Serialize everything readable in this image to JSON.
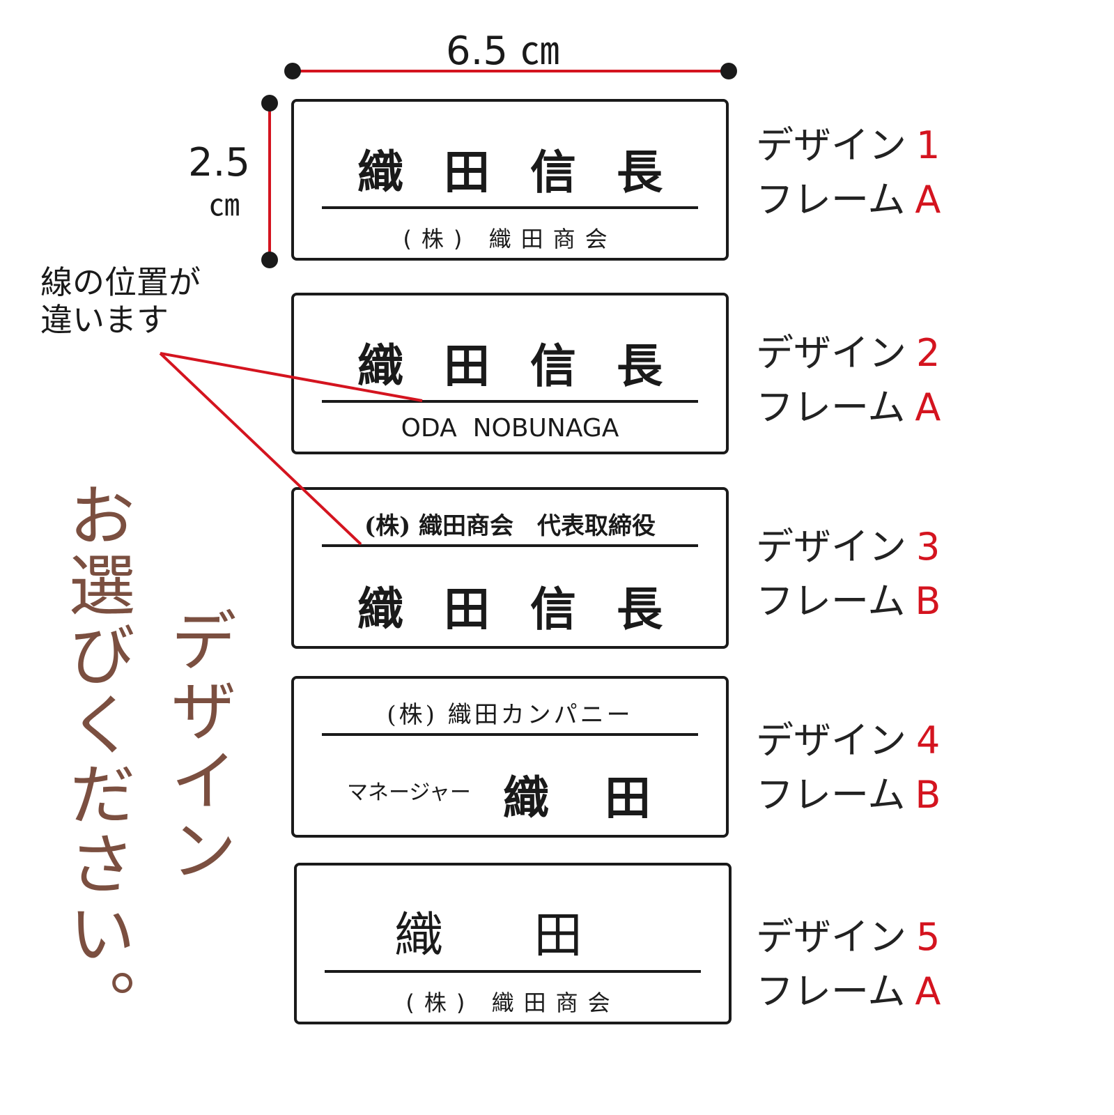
{
  "dimensions": {
    "width_label": "6.5 ㎝",
    "height_value": "2.5",
    "height_unit": "㎝"
  },
  "callout": "線の位置が\n違います",
  "vertical_text": {
    "line1": "お選びください。",
    "line2": "デザイン"
  },
  "colors": {
    "accent": "#d4141f",
    "brown": "#7b4f40",
    "ink": "#1a1a1a"
  },
  "plates": [
    {
      "top": "織田信長",
      "bottom": "(株) 織田商会",
      "design_label": "デザイン",
      "design_num": "1",
      "frame_label": "フレーム",
      "frame": "A"
    },
    {
      "top": "織田信長",
      "bottom": "ODA  NOBUNAGA",
      "design_label": "デザイン",
      "design_num": "2",
      "frame_label": "フレーム",
      "frame": "A"
    },
    {
      "top": "(株) 織田商会　代表取締役",
      "bottom": "織田信長",
      "design_label": "デザイン",
      "design_num": "3",
      "frame_label": "フレーム",
      "frame": "B"
    },
    {
      "top": "(株) 織田カンパニー",
      "title": "マネージャー",
      "bottom": "織田",
      "design_label": "デザイン",
      "design_num": "4",
      "frame_label": "フレーム",
      "frame": "B"
    },
    {
      "top": "織田",
      "bottom": "(株) 織田商会",
      "design_label": "デザイン",
      "design_num": "5",
      "frame_label": "フレーム",
      "frame": "A"
    }
  ]
}
